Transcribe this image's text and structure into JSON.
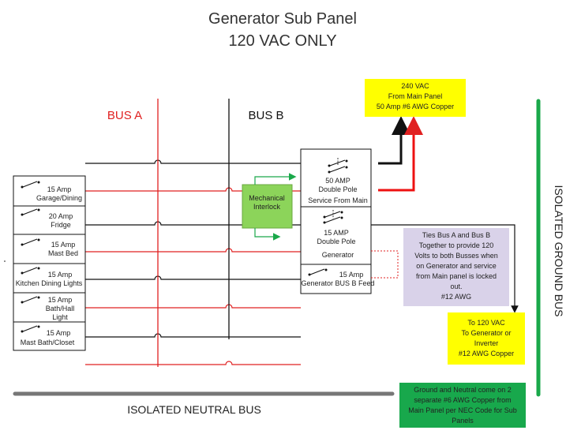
{
  "title": {
    "line1": "Generator Sub Panel",
    "line2": "120 VAC ONLY"
  },
  "colors": {
    "red": "#e02020",
    "black": "#111111",
    "green": "#1aa84a",
    "gray": "#777777",
    "yellow": "#ffff00",
    "lavender": "#d9d2e9",
    "interlock": "#8cd45a",
    "bright_red": "#ee1111",
    "note_green": "#18a84c"
  },
  "buses": {
    "bus_a": {
      "label": "BUS A",
      "color": "#e02020"
    },
    "bus_b": {
      "label": "BUS B",
      "color": "#111111"
    },
    "neutral_label": "ISOLATED NEUTRAL BUS",
    "ground_label": "ISOLATED GROUND BUS"
  },
  "breakers": [
    {
      "amps": "15 Amp",
      "load": "Garage/Dining"
    },
    {
      "amps": "20 Amp",
      "load": "Fridge"
    },
    {
      "amps": "15 Amp",
      "load": "Mast Bed"
    },
    {
      "amps": "15 Amp",
      "load": "Kitchen Dining Lights"
    },
    {
      "amps": "15 Amp",
      "load": [
        "Bath/Hall",
        "Light"
      ]
    },
    {
      "amps": "15 Amp",
      "load": "Mast Bath/Closet"
    }
  ],
  "interlock": {
    "lines": [
      "Mechanical",
      "Interlock"
    ]
  },
  "main_breakers": {
    "service": {
      "lines": [
        "50 AMP",
        "Double Pole"
      ],
      "caption": "Service From Main"
    },
    "generator": {
      "lines": [
        "15 AMP",
        "Double Pole"
      ],
      "caption": "Generator"
    },
    "bus_b_feed": {
      "amps": "15 Amp",
      "caption": "Generator BUS B Feed"
    }
  },
  "notes": {
    "main_feed": [
      "240 VAC",
      "From Main Panel",
      "50 Amp #6 AWG Copper"
    ],
    "ties": [
      "Ties Bus A and Bus B",
      "Together to provide 120",
      "Volts to both Busses when",
      "on Generator and service",
      "from Main panel is locked",
      "out.",
      "#12 AWG"
    ],
    "generator_out": [
      "To 120 VAC",
      "To Generator or",
      "Inverter",
      "#12 AWG Copper"
    ],
    "ground_neutral": [
      "Ground and Neutral come on 2",
      "separate #6 AWG Copper from",
      "Main Panel per NEC Code for Sub",
      "Panels"
    ]
  }
}
